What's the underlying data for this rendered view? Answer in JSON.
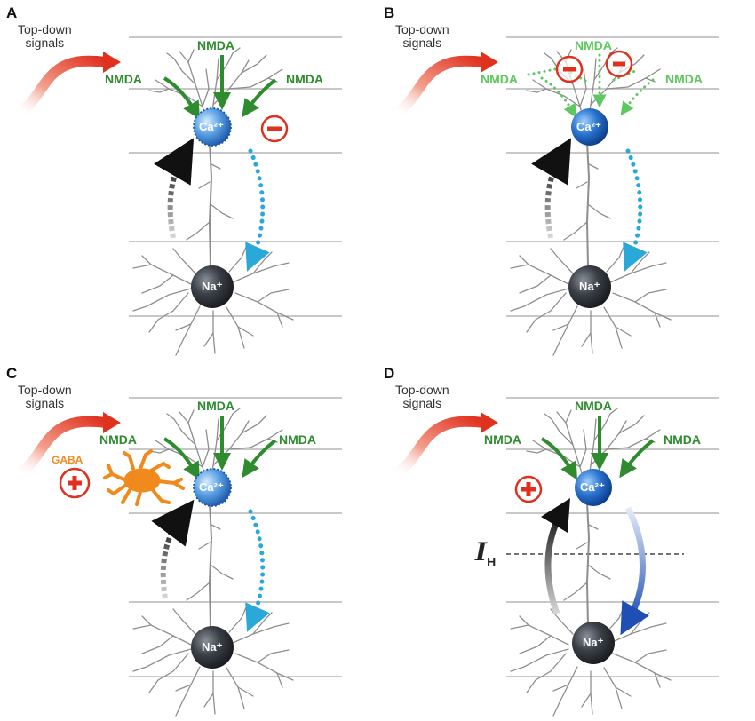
{
  "panels": [
    {
      "label": "A",
      "top_down": "Top-down\nsignals",
      "nmda_left": "NMDA",
      "nmda_top": "NMDA",
      "nmda_right": "NMDA",
      "calcium": "Ca²⁺",
      "sodium": "Na⁺"
    },
    {
      "label": "B",
      "top_down": "Top-down\nsignals",
      "nmda_left": "NMDA",
      "nmda_top": "NMDA",
      "nmda_right": "NMDA",
      "calcium": "Ca²⁺",
      "sodium": "Na⁺"
    },
    {
      "label": "C",
      "top_down": "Top-down\nsignals",
      "nmda_left": "NMDA",
      "nmda_top": "NMDA",
      "nmda_right": "NMDA",
      "calcium": "Ca²⁺",
      "sodium": "Na⁺",
      "gaba": "GABA"
    },
    {
      "label": "D",
      "top_down": "Top-down\nsignals",
      "nmda_left": "NMDA",
      "nmda_top": "NMDA",
      "nmda_right": "NMDA",
      "calcium": "Ca²⁺",
      "sodium": "Na⁺",
      "ih_main": "I",
      "ih_sub": "H"
    }
  ],
  "colors": {
    "nmda_green": "#2e8b2e",
    "nmda_light_green": "#5fc75f",
    "inhibit_red": "#e0301e",
    "gaba_orange": "#f08a1c",
    "backprop_blue": "#2aa8d8",
    "signal_red": "#e8442a",
    "calcium_blue": "#3a7fd0",
    "sodium_dark": "#2b2f36"
  }
}
